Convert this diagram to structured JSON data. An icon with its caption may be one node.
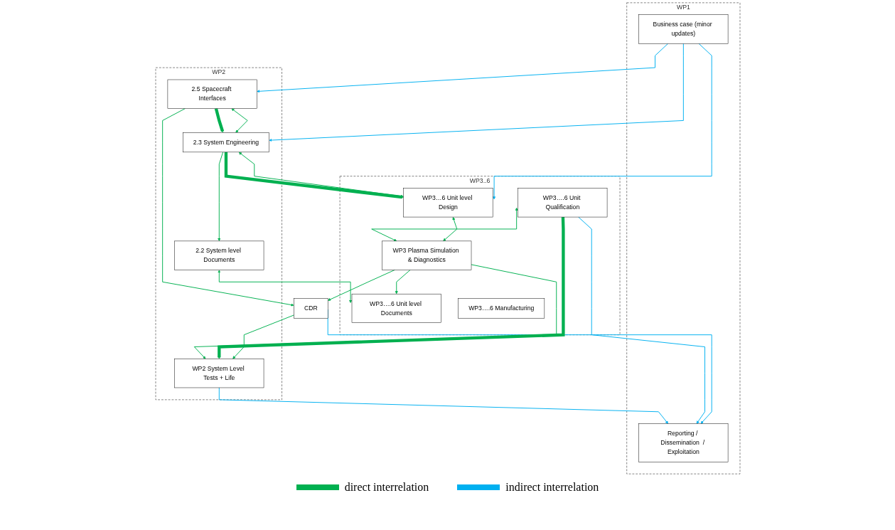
{
  "diagram": {
    "nodes": [
      {
        "text": [
          "WP1"
        ]
      },
      {
        "text": [
          "Business case (minor updates)"
        ],
        "in": 0
      },
      {
        "text": [
          "Reporting / Dissemination  / Exploitation"
        ],
        "in": 0
      },
      {
        "text": [
          "WP2"
        ]
      },
      {
        "text": [
          "2.5 Spacecraft Interfaces"
        ],
        "in": 3
      },
      {
        "text": [
          "2.3 System Engineering"
        ],
        "in": 3
      },
      {
        "text": [
          "2.2 System level Documents"
        ],
        "in": 3
      },
      {
        "text": [
          "WP2 System Level Tests + Life"
        ],
        "in": 3
      },
      {
        "text": [
          "CDR"
        ]
      },
      {
        "text": [
          "WP3..6"
        ]
      },
      {
        "text": [
          "WP3…6 Unit level Design"
        ],
        "in": 9
      },
      {
        "text": [
          "WP3….6 Unit level Documents"
        ],
        "in": 9
      },
      {
        "text": [
          "WP3….6 Manufacturing"
        ],
        "in": 9
      },
      {
        "text": [
          "WP3….6 Unit Qualification"
        ],
        "in": 9
      },
      {
        "text": [
          "WP3 Plasma Simulation & Diagnostics"
        ],
        "in": 9
      }
    ],
    "edges": [
      {
        "from": 1,
        "to": 4,
        "arrow": "to",
        "color": "#00b0f0"
      },
      {
        "from": 1,
        "to": 5,
        "arrow": "to",
        "color": "#00b0f0"
      },
      {
        "from": 1,
        "to": 10,
        "arrow": "to",
        "color": "#00b0f0"
      },
      {
        "from": 4,
        "to": 8,
        "arrow": "to"
      },
      {
        "from": 4,
        "to": 5,
        "arrow": "both"
      },
      {
        "from": 4,
        "to": 5,
        "arrow": "to",
        "style": "thick"
      },
      {
        "from": 5,
        "to": 6,
        "arrow": "to"
      },
      {
        "from": 5,
        "to": 10,
        "arrow": "both"
      },
      {
        "from": 5,
        "to": 10,
        "arrow": "to",
        "style": "thick"
      },
      {
        "from": 6,
        "to": 11,
        "arrow": "both"
      },
      {
        "from": 8,
        "to": 7,
        "arrow": "to"
      },
      {
        "from": 8,
        "to": 2,
        "arrow": "to",
        "color": "#00b0f0"
      },
      {
        "from": 13,
        "to": 7,
        "arrow": "to",
        "style": "thick"
      },
      {
        "from": 14,
        "to": 7,
        "arrow": "to"
      },
      {
        "from": 10,
        "to": 14,
        "arrow": "both"
      },
      {
        "from": 14,
        "to": 11,
        "arrow": "to"
      },
      {
        "from": 14,
        "to": 8,
        "arrow": "to"
      },
      {
        "from": 13,
        "to": 14,
        "arrow": "both"
      },
      {
        "from": 13,
        "to": 2,
        "arrow": "to",
        "color": "#00b0f0"
      },
      {
        "from": 7,
        "to": 2,
        "arrow": "to",
        "color": "#00b0f0"
      }
    ],
    "legend": [
      {
        "text": "direct interrelation",
        "color": "#00b050"
      },
      {
        "text": "indirect interrelation",
        "color": "#00b0f0"
      }
    ]
  }
}
